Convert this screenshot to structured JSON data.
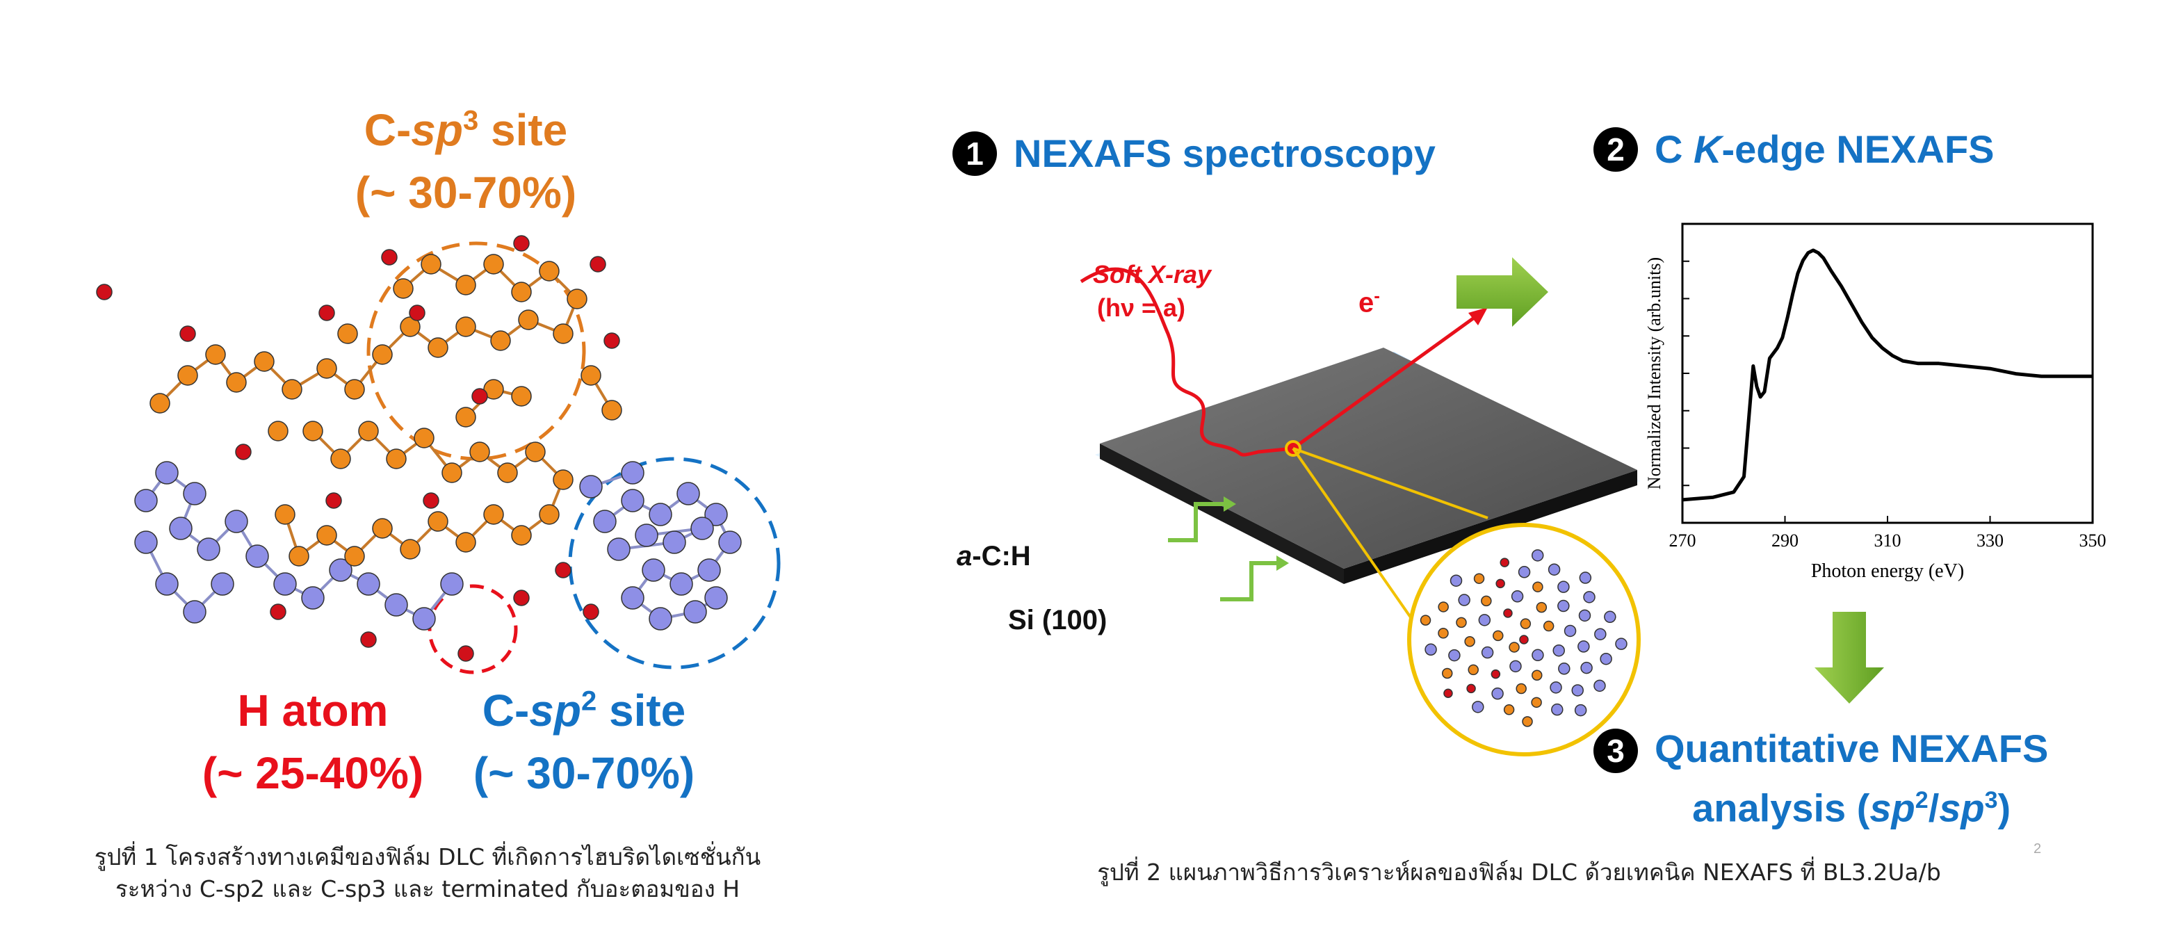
{
  "figure1": {
    "sp3_label_prefix": "C-",
    "sp3_label_italic": "sp",
    "sp3_label_sup": "3",
    "sp3_label_suffix": " site",
    "sp3_percent": "(~ 30-70%)",
    "h_label": "H atom",
    "h_percent": "(~ 25-40%)",
    "sp2_label_prefix": "C-",
    "sp2_label_italic": "sp",
    "sp2_label_sup": "2",
    "sp2_label_suffix": " site",
    "sp2_percent": "(~ 30-70%)",
    "caption_line1": "รูปที่ 1 โครงสร้างทางเคมีของฟิล์ม DLC ที่เกิดการไฮบริดไดเซชั่นกัน",
    "caption_line2": "ระหว่าง C-sp2 และ C-sp3 และ terminated กับอะตอมของ H"
  },
  "figure2": {
    "step1_num": "1",
    "step1_title": "NEXAFS spectroscopy",
    "step2_num": "2",
    "step2_title_pre": "C ",
    "step2_title_italic": "K",
    "step2_title_post": "-edge NEXAFS",
    "step3_num": "3",
    "step3_line1": "Quantitative NEXAFS",
    "step3_line2_pre": "analysis (",
    "step3_line2_sp2": "sp",
    "step3_line2_sup2": "2",
    "step3_line2_mid": "/",
    "step3_line2_sp3": "sp",
    "step3_line2_sup3": "3",
    "step3_line2_post": ")",
    "xray_label": "Soft X-ray",
    "xray_energy": "(hν = a)",
    "electron_label": "e",
    "electron_sup": "-",
    "film_label_italic": "a",
    "film_label_rest": "-C:H",
    "substrate_label": "Si (100)",
    "caption": "รูปที่ 2 แผนภาพวิธีการวิเคราะห์ผลของฟิล์ม DLC ด้วยเทคนิค NEXAFS ที่ BL3.2Ua/b",
    "page_number": "2"
  },
  "chart_data": {
    "type": "line",
    "title": "",
    "xlabel": "Photon energy (eV)",
    "ylabel": "Normalized Intensity (arb.units)",
    "xlim": [
      270,
      350
    ],
    "ylim": [
      0,
      1
    ],
    "xticks": [
      270,
      290,
      310,
      330,
      350
    ],
    "y_tick_labels": false,
    "grid": false,
    "series": [
      {
        "x": [
          270,
          276,
          280,
          282,
          283,
          283.8,
          284.5,
          285.2,
          286,
          287,
          288.5,
          289.5,
          290.5,
          291.5,
          292.5,
          293.5,
          294.5,
          295.5,
          296.5,
          297.5,
          299,
          301,
          303,
          305,
          307,
          309,
          311,
          313,
          316,
          320,
          325,
          330,
          335,
          340,
          345,
          350
        ],
        "y": [
          0.03,
          0.04,
          0.06,
          0.12,
          0.36,
          0.55,
          0.47,
          0.43,
          0.45,
          0.58,
          0.62,
          0.66,
          0.74,
          0.83,
          0.91,
          0.96,
          0.99,
          1.0,
          0.99,
          0.97,
          0.92,
          0.86,
          0.79,
          0.72,
          0.66,
          0.62,
          0.59,
          0.57,
          0.56,
          0.56,
          0.55,
          0.54,
          0.52,
          0.51,
          0.51,
          0.51
        ]
      }
    ]
  }
}
